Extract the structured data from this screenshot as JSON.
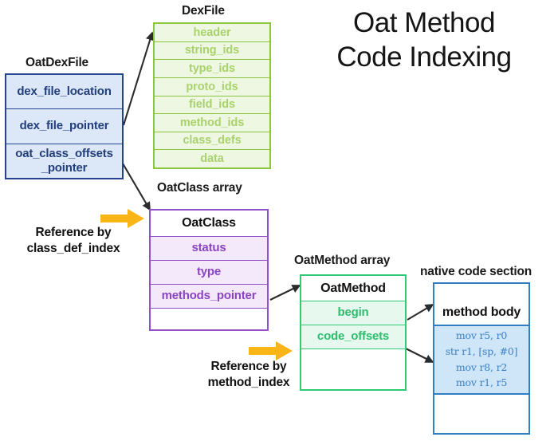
{
  "title": {
    "line1": "Oat Method",
    "line2": "Code Indexing"
  },
  "oat_dex_file": {
    "caption": "OatDexFile",
    "fields": [
      "dex_file_location",
      "dex_file_pointer",
      "oat_class_offsets\n_pointer"
    ]
  },
  "dex_file": {
    "caption": "DexFile",
    "fields": [
      "header",
      "string_ids",
      "type_ids",
      "proto_ids",
      "field_ids",
      "method_ids",
      "class_defs",
      "data"
    ]
  },
  "oat_class": {
    "caption": "OatClass array",
    "header": "OatClass",
    "fields": [
      "status",
      "type",
      "methods_pointer"
    ]
  },
  "oat_method": {
    "caption": "OatMethod array",
    "header": "OatMethod",
    "fields": [
      "begin",
      "code_offsets"
    ]
  },
  "native_code": {
    "caption": "native code section",
    "header": "method body",
    "asm": [
      "mov r5, r0",
      "str r1, [sp, #0]",
      "mov r8, r2",
      "mov r1, r5"
    ]
  },
  "references": [
    {
      "label": "Reference by\nclass_def_index",
      "icon": "orange-right-arrow-icon"
    },
    {
      "label": "Reference by\nmethod_index",
      "icon": "orange-right-arrow-icon"
    }
  ],
  "colors": {
    "background": "#ffffff",
    "blue_border": "#23438e",
    "blue_fill": "#dce7f7",
    "blue_text": "#223f7d",
    "lightgreen_border": "#8cc540",
    "lightgreen_fill": "#eef7e1",
    "lightgreen_text": "#a9d26c",
    "purple_border": "#9350c8",
    "purple_fill": "#f3e9fa",
    "purple_text": "#8b44c4",
    "green_border": "#2ecb74",
    "green_fill": "#e7f9ef",
    "green_text": "#2cbe6d",
    "native_border": "#2f7ec4",
    "native_fill": "#cfe5f8",
    "native_text": "#3d82c4",
    "arrow_orange": "#f9b515",
    "connector": "#2b2b2b",
    "text_dark": "#111111"
  }
}
